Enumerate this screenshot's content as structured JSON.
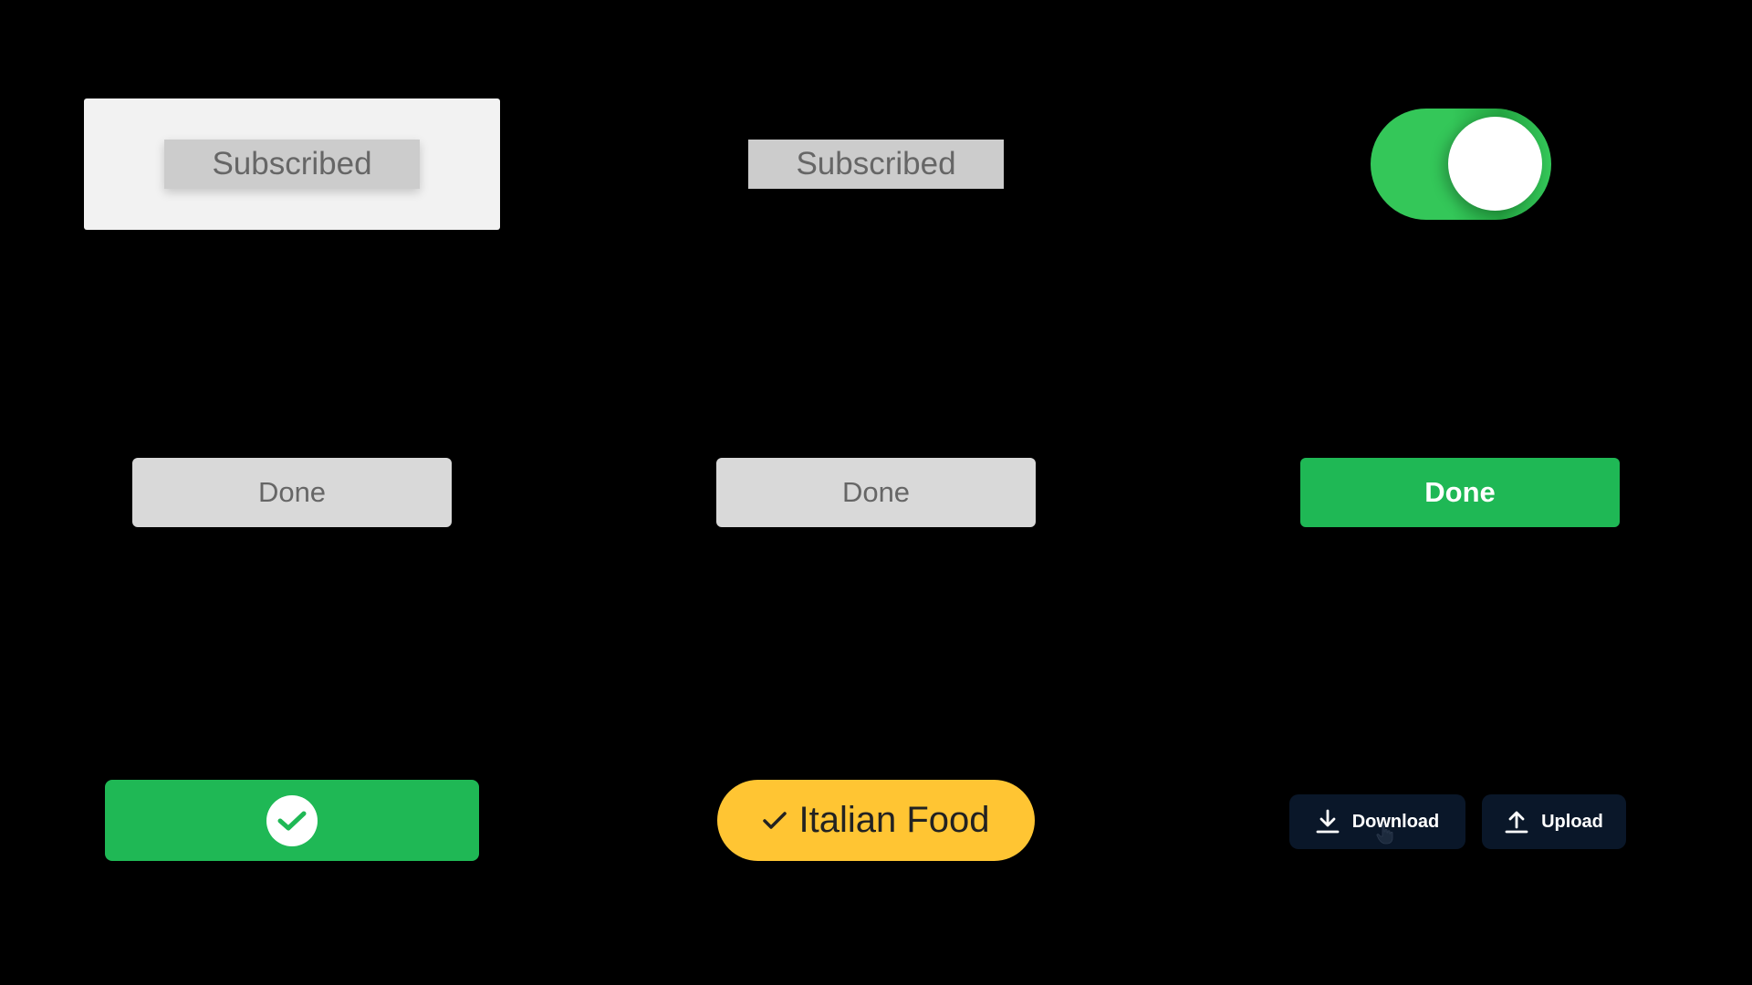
{
  "row1": {
    "subscribed_card_button": {
      "label": "Subscribed"
    },
    "subscribed_button": {
      "label": "Subscribed"
    },
    "toggle": {
      "state": "on",
      "color": "#34c759"
    }
  },
  "row2": {
    "done_grey_1": {
      "label": "Done"
    },
    "done_grey_2": {
      "label": "Done"
    },
    "done_green": {
      "label": "Done",
      "color": "#1fb855"
    }
  },
  "row3": {
    "check_button": {
      "icon": "check-circle-icon",
      "color": "#1fb855"
    },
    "chip": {
      "label": "Italian Food",
      "icon": "checkmark-icon",
      "color": "#ffc533"
    },
    "download_button": {
      "label": "Download",
      "icon": "download-icon"
    },
    "upload_button": {
      "label": "Upload",
      "icon": "upload-icon"
    }
  },
  "colors": {
    "background": "#000000",
    "grey_button": "#cccccc",
    "grey_text": "#666666",
    "navy": "#0a1729"
  }
}
